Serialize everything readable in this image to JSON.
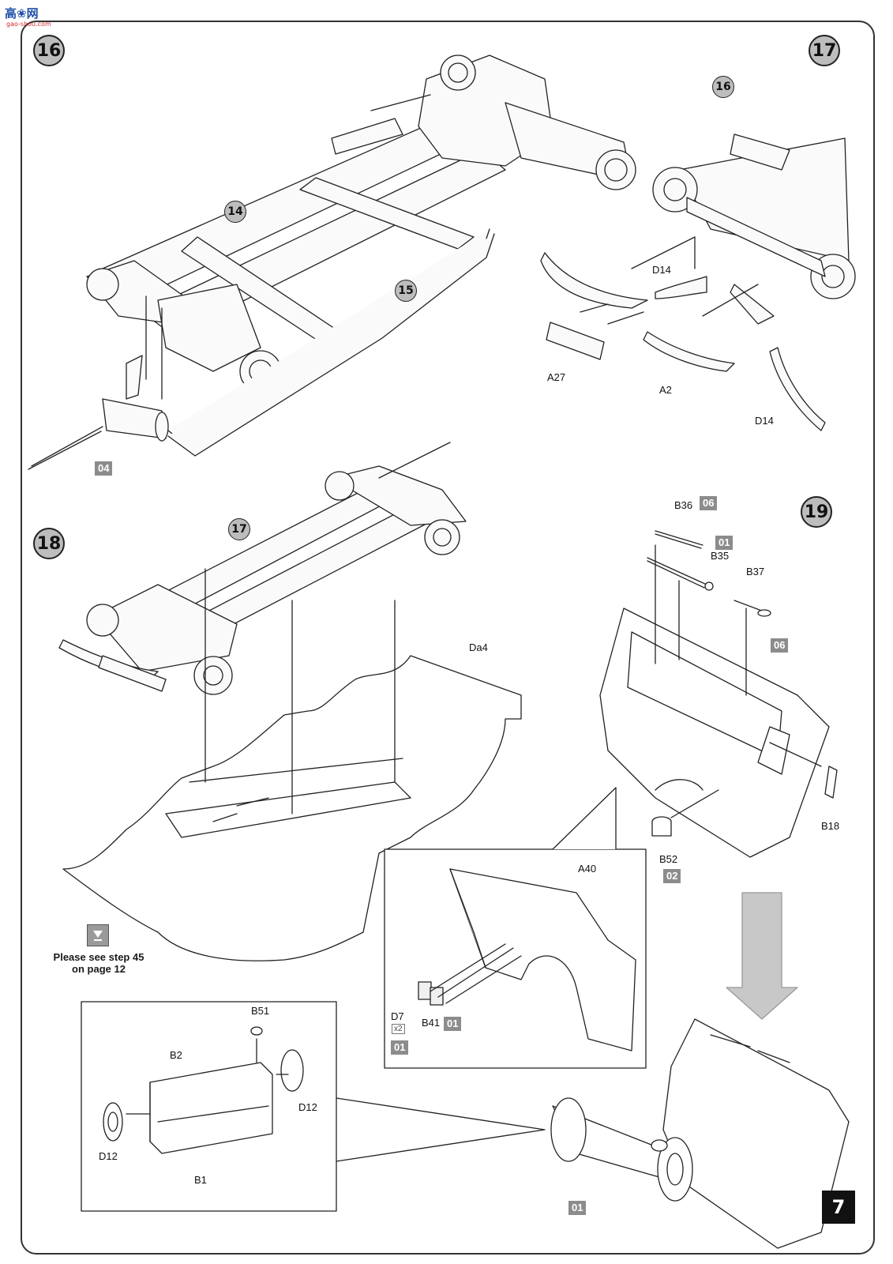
{
  "watermark": {
    "logo_text": "高❀网",
    "site": "gao-shou.com"
  },
  "steps": [
    {
      "number": "16"
    },
    {
      "number": "17"
    },
    {
      "number": "18"
    },
    {
      "number": "19"
    }
  ],
  "ref_circles": {
    "r14": "14",
    "r15": "15",
    "r16": "16",
    "r17": "17"
  },
  "parts": {
    "A27": "A27",
    "A2": "A2",
    "D14a": "D14",
    "D14b": "D14",
    "B36": "B36",
    "B35": "B35",
    "B37": "B37",
    "B18": "B18",
    "B52": "B52",
    "Da4": "Da4",
    "A40": "A40",
    "D7": "D7",
    "B41": "B41",
    "B51": "B51",
    "B2": "B2",
    "D12a": "D12",
    "D12b": "D12",
    "B1": "B1"
  },
  "codes": {
    "c04": "04",
    "c06a": "06",
    "c01a": "01",
    "c06b": "06",
    "c02": "02",
    "c01b": "01",
    "c01c": "01",
    "c01d": "01"
  },
  "qty_d7": "x2",
  "note_text_line1": "Please see step 45",
  "note_text_line2": "on page 12",
  "page_number": "7"
}
